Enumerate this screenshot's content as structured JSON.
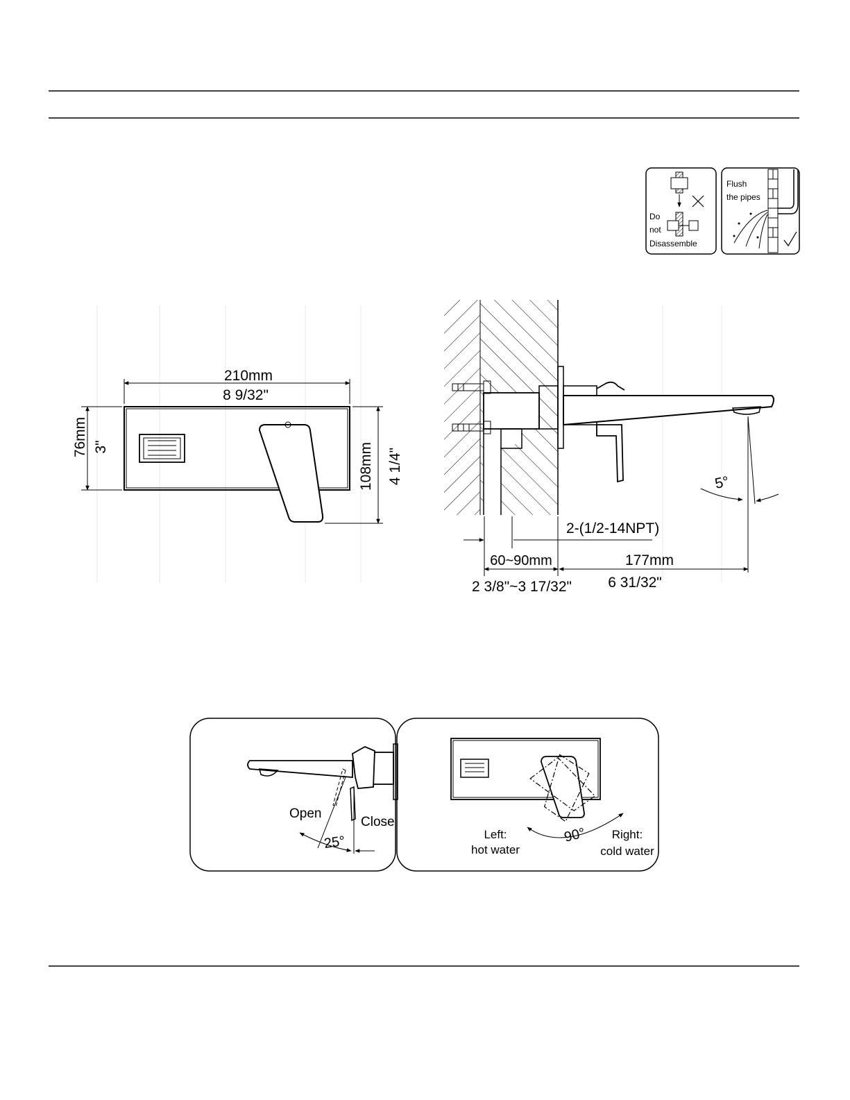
{
  "notes": {
    "do_not_disassemble": [
      "Do",
      "not",
      "Disassemble"
    ],
    "flush_pipes": [
      "Flush",
      "the pipes"
    ]
  },
  "front_view": {
    "width_mm": "210mm",
    "width_in": "8 9/32\"",
    "height_mm": "76mm",
    "height_in": "3\"",
    "total_height_mm": "108mm",
    "total_height_in": "4 1/4\""
  },
  "side_view": {
    "spout_angle": "5°",
    "thread": "2-(1/2-14NPT)",
    "depth_mm": "60~90mm",
    "depth_in": "2 3/8\"~3 17/32\"",
    "reach_mm": "177mm",
    "reach_in": "6 31/32\""
  },
  "operation": {
    "open_label": "Open",
    "close_label": "Close",
    "lever_angle": "25°",
    "rotation_angle": "90°",
    "left_label": [
      "Left:",
      "hot water"
    ],
    "right_label": [
      "Right:",
      "cold water"
    ]
  }
}
